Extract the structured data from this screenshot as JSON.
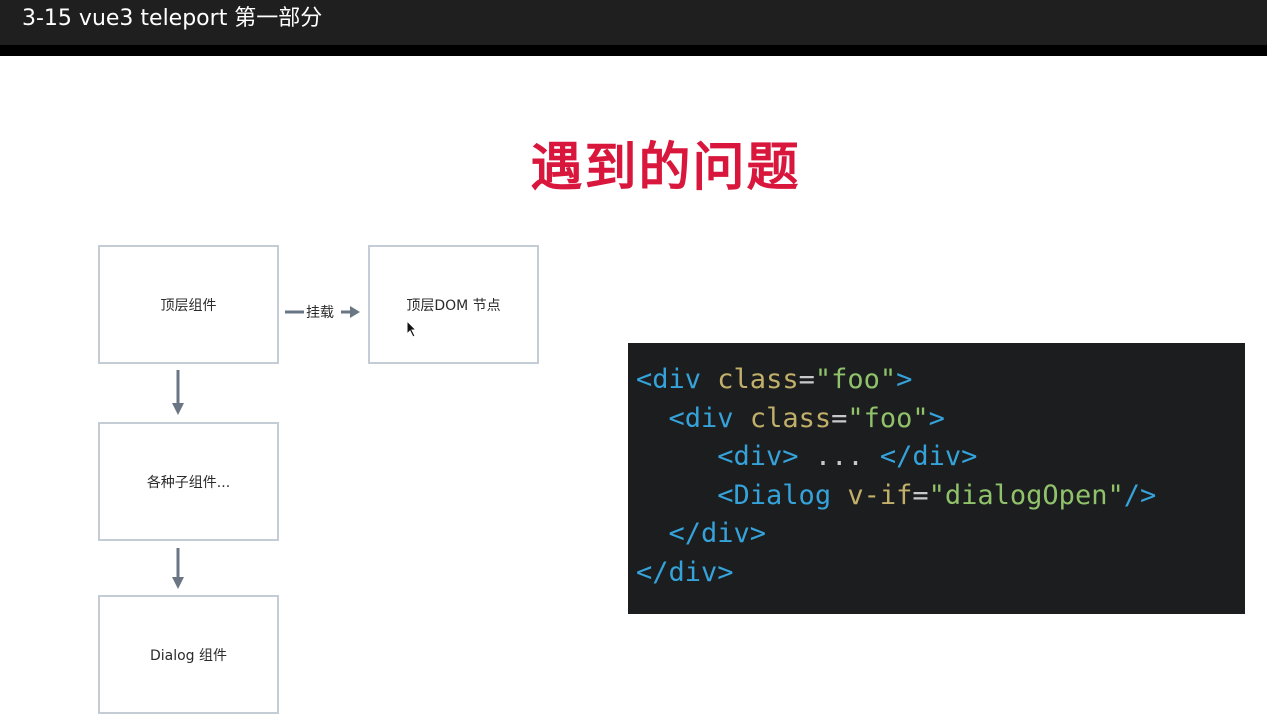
{
  "window": {
    "title": "3-15 vue3 teleport 第一部分"
  },
  "slide": {
    "title": "遇到的问题",
    "diagram": {
      "boxes": {
        "top_component": "顶层组件",
        "top_dom_node": "顶层DOM 节点",
        "child_components": "各种子组件...",
        "dialog_component": "Dialog 组件"
      },
      "mount_label": "挂载"
    },
    "code": {
      "line1": {
        "open": "<div",
        "attr": "class",
        "eq": "=",
        "value": "\"foo\"",
        "close": ">"
      },
      "line2": {
        "indent": "  ",
        "open": "<div",
        "attr": "class",
        "eq": "=",
        "value": "\"foo\"",
        "close": ">"
      },
      "line3": {
        "indent": "     ",
        "open": "<div>",
        "mid": " ... ",
        "close": "</div>"
      },
      "line4": {
        "indent": "     ",
        "open": "<Dialog",
        "attr": "v-if",
        "eq": "=",
        "value": "\"dialogOpen\"",
        "close": "/>"
      },
      "line5": {
        "indent": "  ",
        "close": "</div>"
      },
      "line6": {
        "close": "</div>"
      }
    }
  },
  "colors": {
    "title_red": "#d9173d",
    "arrow_gray": "#6b7684",
    "code_bg": "#1b1d1e",
    "code_tag": "#35a2da",
    "code_attr": "#c2b06a",
    "code_string": "#8fc26a"
  }
}
